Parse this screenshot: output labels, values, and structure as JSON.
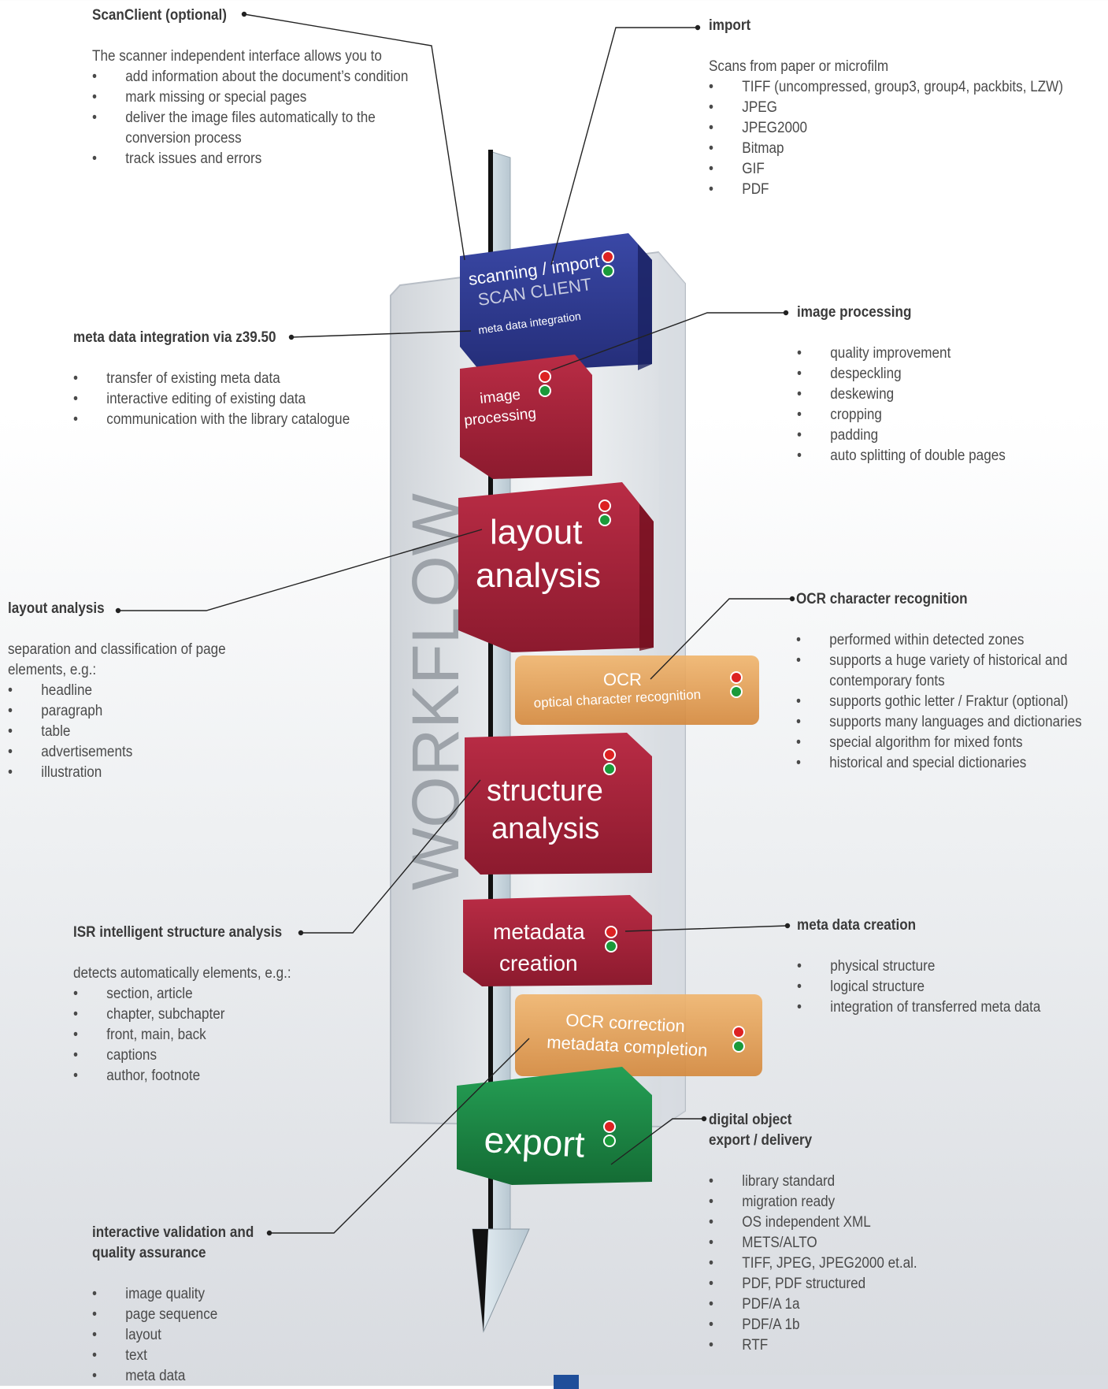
{
  "workflow_label": "WORKFLOW",
  "stages": {
    "scanning": {
      "line1": "scanning / import",
      "line2": "SCAN CLIENT",
      "line3": "meta data integration"
    },
    "image_processing": {
      "line1": "image",
      "line2": "processing"
    },
    "layout": {
      "line1": "layout",
      "line2": "analysis"
    },
    "ocr": {
      "line1": "OCR",
      "line2": "optical character recognition"
    },
    "structure": {
      "line1": "structure",
      "line2": "analysis"
    },
    "metadata": {
      "line1": "metadata",
      "line2": "creation"
    },
    "ocr_correction": {
      "line1": "OCR correction",
      "line2": "metadata completion"
    },
    "export": {
      "line1": "export"
    }
  },
  "sections": {
    "scanclient": {
      "heading": "ScanClient (optional)",
      "intro": "The scanner independent interface allows you to",
      "items": [
        "add information about the document’s condition",
        "mark missing or special pages",
        "deliver the image files automatically to the conversion process",
        "track issues and errors"
      ]
    },
    "import": {
      "heading": "import",
      "intro": "Scans from paper or microfilm",
      "items": [
        "TIFF (uncompressed, group3, group4, packbits, LZW)",
        "JPEG",
        "JPEG2000",
        "Bitmap",
        "GIF",
        "PDF"
      ]
    },
    "metadata_integration": {
      "heading": "meta data integration via z39.50",
      "items": [
        "transfer of existing meta data",
        "interactive editing of existing data",
        "communication with the library catalogue"
      ]
    },
    "image_processing": {
      "heading": "image processing",
      "items": [
        "quality improvement",
        "despeckling",
        "deskewing",
        "cropping",
        "padding",
        "auto splitting of double pages"
      ]
    },
    "layout_analysis": {
      "heading": "layout analysis",
      "intro": "separation and classification of page elements, e.g.:",
      "items": [
        "headline",
        "paragraph",
        "table",
        "advertisements",
        "illustration"
      ]
    },
    "ocr": {
      "heading": "OCR character recognition",
      "items": [
        "performed within detected zones",
        "supports a huge variety of historical and contemporary fonts",
        "supports gothic letter / Fraktur (optional)",
        "supports many languages and dictionaries",
        "special algorithm for mixed fonts",
        "historical and special dictionaries"
      ]
    },
    "isr": {
      "heading": "ISR intelligent structure analysis",
      "intro": "detects automatically elements, e.g.:",
      "items": [
        "section, article",
        "chapter, subchapter",
        "front, main, back",
        "captions",
        "author, footnote"
      ]
    },
    "metadata_creation": {
      "heading": "meta data creation",
      "items": [
        "physical structure",
        "logical structure",
        "integration of transferred meta data"
      ]
    },
    "export": {
      "heading": "digital object\nexport / delivery",
      "items": [
        "library standard",
        "migration ready",
        "OS independent XML",
        "METS/ALTO",
        "TIFF, JPEG, JPEG2000 et.al.",
        "PDF, PDF structured",
        "PDF/A 1a",
        "PDF/A 1b",
        "RTF"
      ]
    },
    "validation": {
      "heading": "interactive validation and\nquality assurance",
      "items": [
        "image quality",
        "page sequence",
        "layout",
        "text",
        "meta data"
      ]
    }
  },
  "colors": {
    "scan": "#2e3a8c",
    "red": "#a1223a",
    "orange": "#e49a46",
    "green": "#1d8a45",
    "blue_badge": "#1f4e9a"
  }
}
